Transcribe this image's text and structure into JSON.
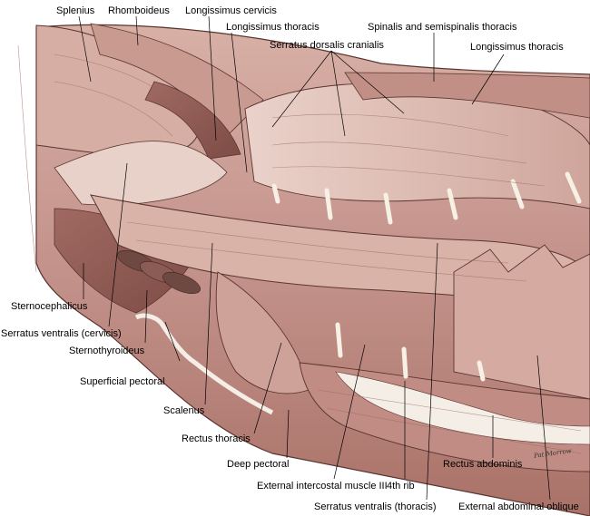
{
  "figure": {
    "labels": {
      "splenius": "Splenius",
      "rhomboideus": "Rhomboideus",
      "longissimus_cervicis": "Longissimus cervicis",
      "longissimus_thoracis_1": "Longissimus thoracis",
      "serratus_dorsalis_cranialis": "Serratus dorsalis cranialis",
      "spinalis_semispinalis": "Spinalis and semispinalis thoracis",
      "longissimus_thoracis_2": "Longissimus thoracis",
      "sternocephalicus": "Sternocephalicus",
      "serratus_ventralis_cervicis": "Serratus ventralis (cervicis)",
      "sternothyroideus": "Sternothyroideus",
      "superficial_pectoral": "Superficial pectoral",
      "scalenus": "Scalenus",
      "rectus_thoracis": "Rectus thoracis",
      "deep_pectoral": "Deep pectoral",
      "external_intercostal": "External intercostal muscle III",
      "fourth_rib": "4th rib",
      "rectus_abdominis": "Rectus abdominis",
      "serratus_ventralis_thoracis": "Serratus ventralis (thoracis)",
      "external_abdominal_oblique": "External abdominal oblique"
    },
    "signature": "Pat Morrow"
  },
  "colors": {
    "muscle_base": "#c9998f",
    "muscle_dark": "#8c5a52",
    "muscle_light": "#e3c5bc",
    "tendon": "#f4eee6",
    "leader": "#000000"
  }
}
